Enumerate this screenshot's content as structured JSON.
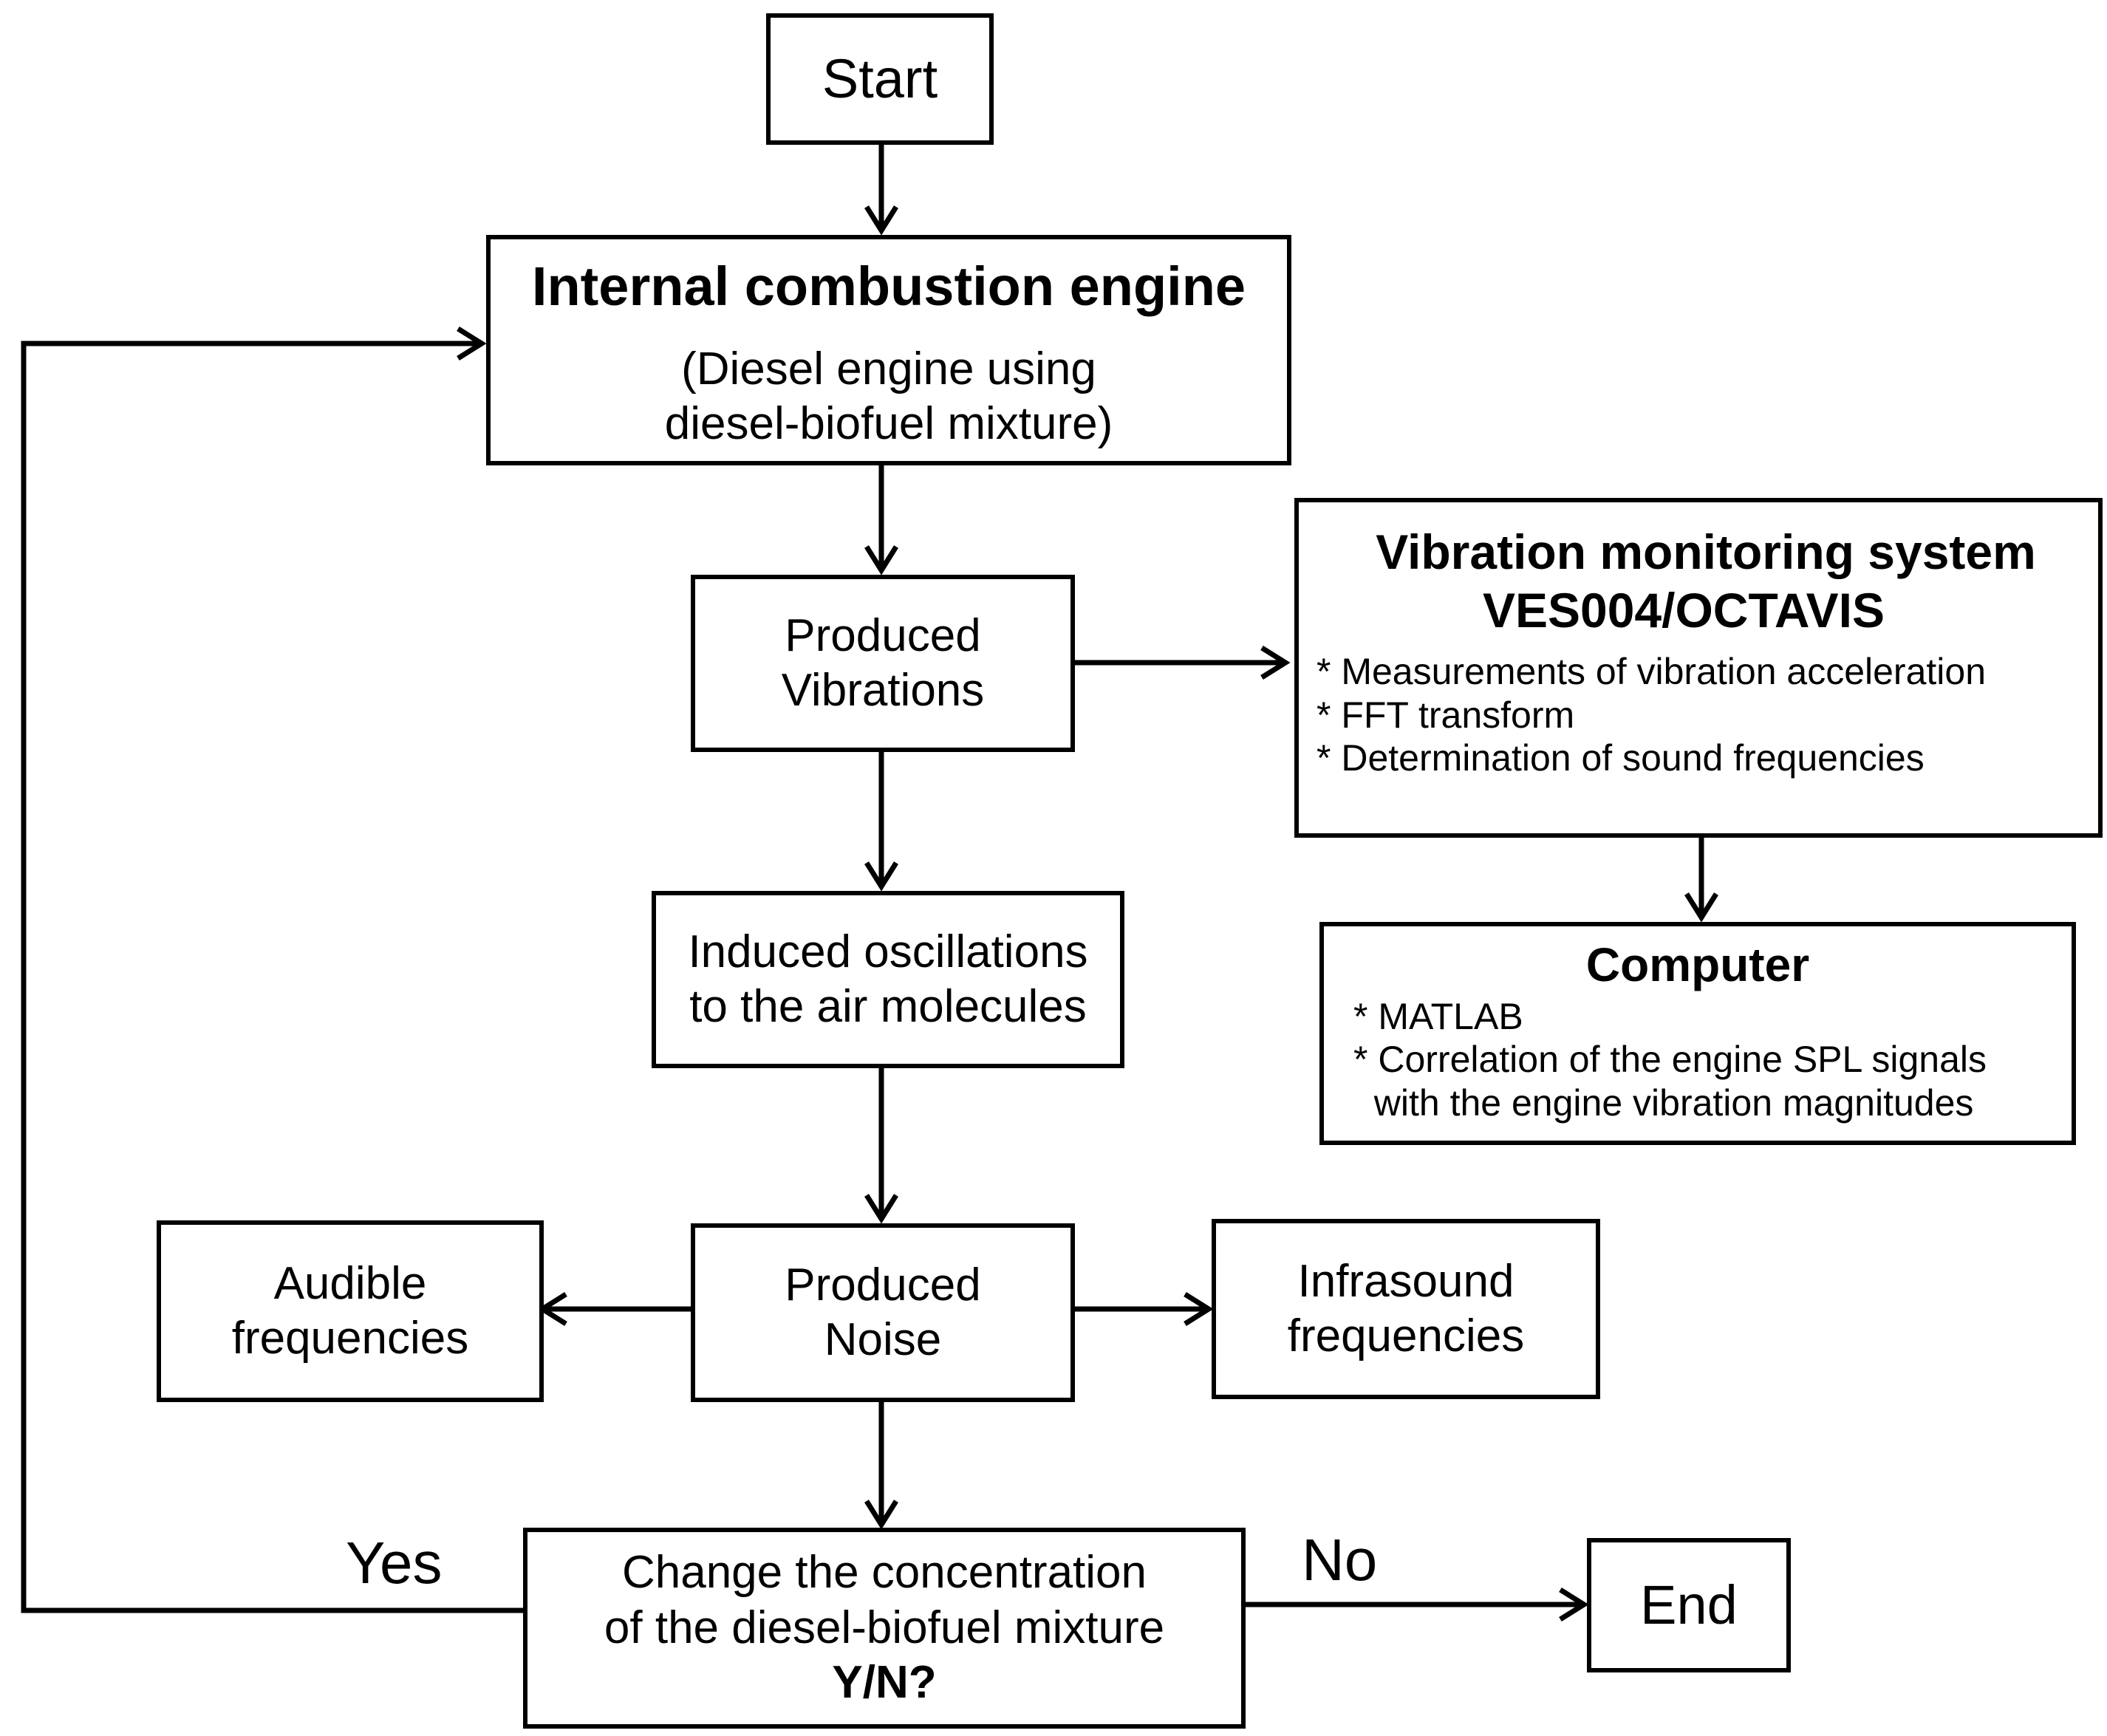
{
  "start": {
    "label": "Start"
  },
  "engine": {
    "title": "Internal combustion engine",
    "line1": "(Diesel engine using",
    "line2": "diesel-biofuel mixture)"
  },
  "vibrations": {
    "line1": "Produced",
    "line2": "Vibrations"
  },
  "monitoring": {
    "title1": "Vibration monitoring system",
    "title2": "VES004/OCTAVIS",
    "items": [
      "* Measurements of vibration acceleration",
      "* FFT transform",
      "* Determination of sound frequencies"
    ]
  },
  "computer": {
    "title": "Computer",
    "items": [
      "* MATLAB",
      "* Correlation of the engine SPL signals",
      "  with the engine vibration magnitudes"
    ]
  },
  "oscillations": {
    "line1": "Induced oscillations",
    "line2": "to the air molecules"
  },
  "noise": {
    "line1": "Produced",
    "line2": "Noise"
  },
  "audible": {
    "line1": "Audible",
    "line2": "frequencies"
  },
  "infrasound": {
    "line1": "Infrasound",
    "line2": "frequencies"
  },
  "decision": {
    "line1": "Change the concentration",
    "line2": "of the diesel-biofuel mixture",
    "line3": "Y/N?"
  },
  "end": {
    "label": "End"
  },
  "edges": {
    "yes_label": "Yes",
    "no_label": "No"
  }
}
